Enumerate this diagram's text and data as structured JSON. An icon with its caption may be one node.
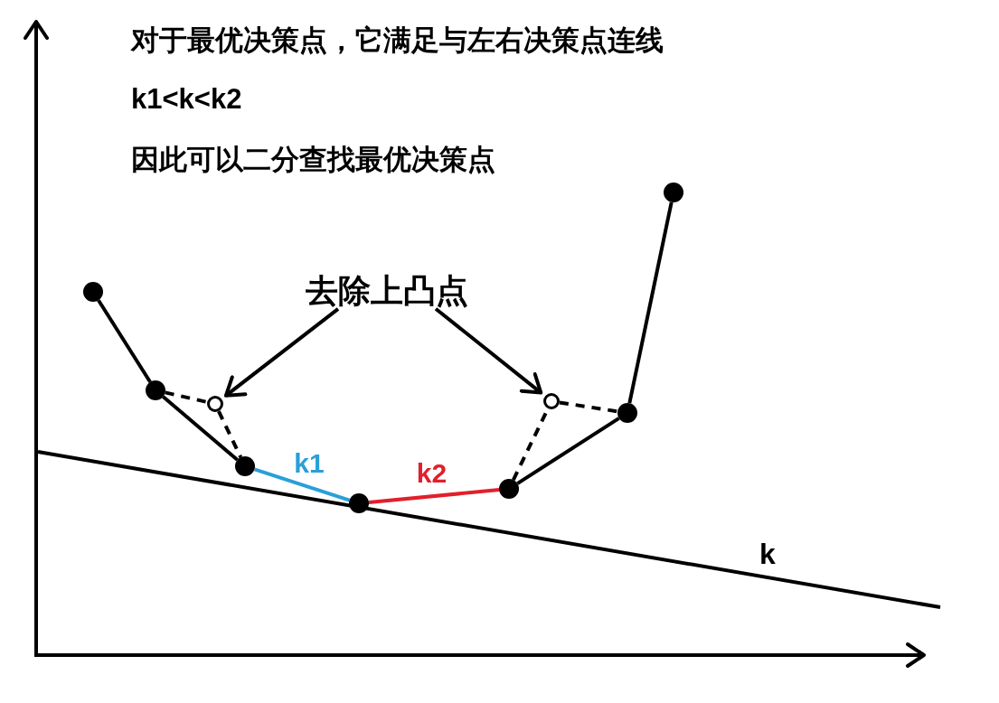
{
  "diagram": {
    "nodes": [
      {
        "text": [
          "去除上凸点"
        ]
      },
      {
        "text": [],
        "shape": "circle"
      },
      {
        "text": [],
        "shape": "circle"
      },
      {
        "text": [],
        "shape": "circle"
      },
      {
        "text": [],
        "shape": "circle"
      },
      {
        "text": [],
        "shape": "circle"
      },
      {
        "text": [],
        "shape": "circle"
      },
      {
        "text": [],
        "shape": "circle"
      },
      {
        "text": [],
        "shape": "circle"
      },
      {
        "text": [],
        "shape": "circle"
      }
    ],
    "edges": [
      {
        "from": 1,
        "to": 2,
        "arrow": "none"
      },
      {
        "from": 2,
        "to": 3,
        "arrow": "none",
        "style": "dashed"
      },
      {
        "from": 3,
        "to": 4,
        "arrow": "none",
        "style": "dashed"
      },
      {
        "from": 2,
        "to": 4,
        "arrow": "none"
      },
      {
        "from": 4,
        "to": 5,
        "arrow": "none",
        "label": "k1",
        "color": "#2a9fd8"
      },
      {
        "from": 5,
        "to": 6,
        "arrow": "none",
        "label": "k2",
        "color": "#e0202c"
      },
      {
        "from": 6,
        "to": 7,
        "arrow": "none",
        "style": "dashed"
      },
      {
        "from": 7,
        "to": 8,
        "arrow": "none",
        "style": "dashed"
      },
      {
        "from": 6,
        "to": 8,
        "arrow": "none"
      },
      {
        "from": 8,
        "to": 9,
        "arrow": "none"
      },
      {
        "from": 0,
        "to": 3,
        "arrow": "to"
      },
      {
        "from": 0,
        "to": 7,
        "arrow": "to"
      }
    ],
    "labels": [
      "对于最优决策点，它满足与左右决策点连线",
      "k1<k<k2",
      "因此可以二分查找最优决策点",
      "k"
    ]
  }
}
